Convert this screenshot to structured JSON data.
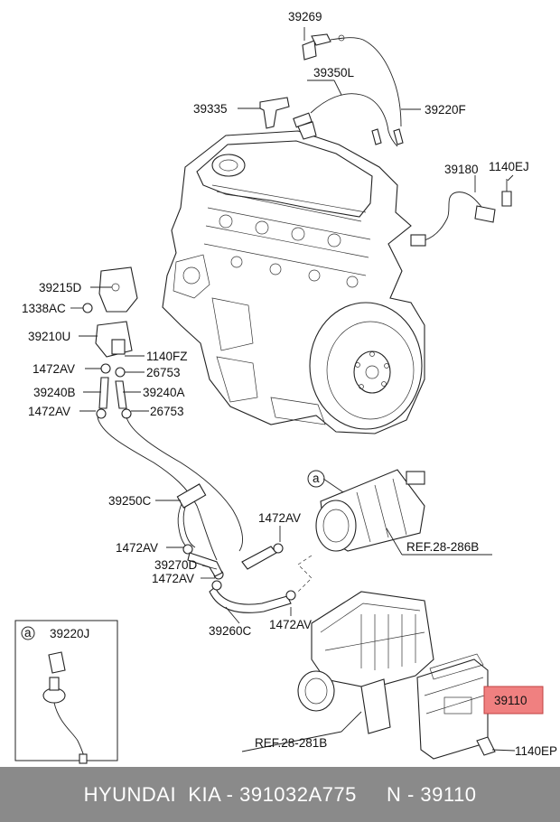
{
  "labels": {
    "p39269": "39269",
    "p39350L": "39350L",
    "p39335": "39335",
    "p39220F": "39220F",
    "p39180": "39180",
    "p1140EJ": "1140EJ",
    "p39215D": "39215D",
    "p1338AC": "1338AC",
    "p39210U": "39210U",
    "p1140FZ": "1140FZ",
    "p1472AV_a": "1472AV",
    "p26753_a": "26753",
    "p39240B": "39240B",
    "p39240A": "39240A",
    "p1472AV_b": "1472AV",
    "p26753_b": "26753",
    "callout_a": "a",
    "p39250C": "39250C",
    "p1472AV_c": "1472AV",
    "ref_286B": "REF.28-286B",
    "p1472AV_d": "1472AV",
    "p39270D": "39270D",
    "p1472AV_e": "1472AV",
    "p39260C": "39260C",
    "p1472AV_f": "1472AV",
    "inset_marker": "a",
    "inset_part": "39220J",
    "p39110": "39110",
    "ref_281B": "REF.28-281B",
    "p1140EP": "1140EP"
  },
  "highlight_color": "#f08080",
  "footer": {
    "text": "HYUNDAI  KIA - 391032A775     N - 39110"
  }
}
